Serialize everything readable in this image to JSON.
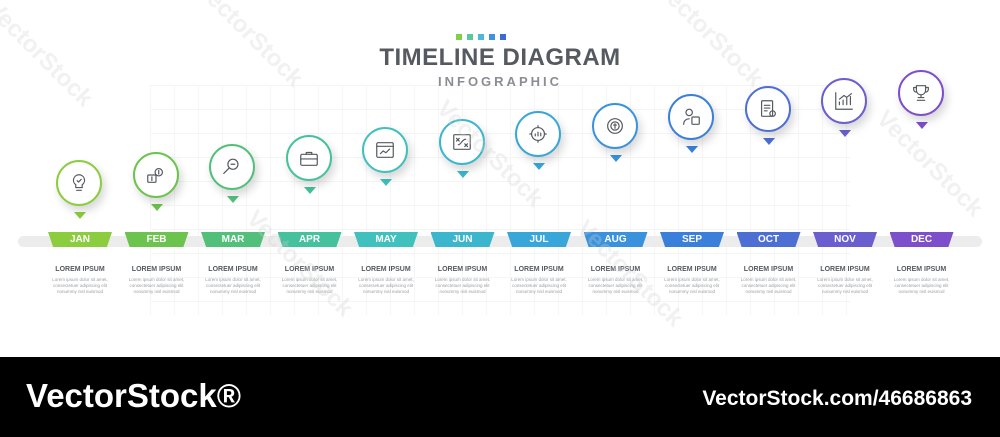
{
  "header": {
    "title": "TIMELINE DIAGRAM",
    "subtitle": "INFOGRAPHIC",
    "dot_colors": [
      "#7fd04b",
      "#5bc7a0",
      "#4fb7d9",
      "#3f92e0",
      "#3a6ad6"
    ]
  },
  "months": [
    {
      "label": "JAN",
      "color": "#8bcd3e",
      "icon": "lightbulb-icon",
      "desc_title": "LOREM IPSUM",
      "desc_text": "Lorem ipsum dolor sit amet, consectetuer adipiscing elit nonummy nisl euismod"
    },
    {
      "label": "FEB",
      "color": "#6cc34e",
      "icon": "money-icon",
      "desc_title": "LOREM IPSUM",
      "desc_text": "Lorem ipsum dolor sit amet, consectetuer adipiscing elit nonummy nisl euismod"
    },
    {
      "label": "MAR",
      "color": "#52c07a",
      "icon": "magnifier-icon",
      "desc_title": "LOREM IPSUM",
      "desc_text": "Lorem ipsum dolor sit amet, consectetuer adipiscing elit nonummy nisl euismod"
    },
    {
      "label": "APR",
      "color": "#46c19d",
      "icon": "briefcase-icon",
      "desc_title": "LOREM IPSUM",
      "desc_text": "Lorem ipsum dolor sit amet, consectetuer adipiscing elit nonummy nisl euismod"
    },
    {
      "label": "MAY",
      "color": "#40c1bd",
      "icon": "browser-chart-icon",
      "desc_title": "LOREM IPSUM",
      "desc_text": "Lorem ipsum dolor sit amet, consectetuer adipiscing elit nonummy nisl euismod"
    },
    {
      "label": "JUN",
      "color": "#3bb6cc",
      "icon": "strategy-map-icon",
      "desc_title": "LOREM IPSUM",
      "desc_text": "Lorem ipsum dolor sit amet, consectetuer adipiscing elit nonummy nisl euismod"
    },
    {
      "label": "JUL",
      "color": "#39a6da",
      "icon": "gear-chart-icon",
      "desc_title": "LOREM IPSUM",
      "desc_text": "Lorem ipsum dolor sit amet, consectetuer adipiscing elit nonummy nisl euismod"
    },
    {
      "label": "AUG",
      "color": "#3a92dc",
      "icon": "dollar-target-icon",
      "desc_title": "LOREM IPSUM",
      "desc_text": "Lorem ipsum dolor sit amet, consectetuer adipiscing elit nonummy nisl euismod"
    },
    {
      "label": "SEP",
      "color": "#3a7fd9",
      "icon": "businessman-icon",
      "desc_title": "LOREM IPSUM",
      "desc_text": "Lorem ipsum dolor sit amet, consectetuer adipiscing elit nonummy nisl euismod"
    },
    {
      "label": "OCT",
      "color": "#4d6fd3",
      "icon": "document-icon",
      "desc_title": "LOREM IPSUM",
      "desc_text": "Lorem ipsum dolor sit amet, consectetuer adipiscing elit nonummy nisl euismod"
    },
    {
      "label": "NOV",
      "color": "#6b5fcf",
      "icon": "growth-chart-icon",
      "desc_title": "LOREM IPSUM",
      "desc_text": "Lorem ipsum dolor sit amet, consectetuer adipiscing elit nonummy nisl euismod"
    },
    {
      "label": "DEC",
      "color": "#7e4fcb",
      "icon": "trophy-icon",
      "desc_title": "LOREM IPSUM",
      "desc_text": "Lorem ipsum dolor sit amet, consectetuer adipiscing elit nonummy nisl euismod"
    }
  ],
  "watermark": "VectorStock",
  "footer": {
    "brand": "VectorStock®",
    "reference": "VectorStock.com/46686863"
  }
}
